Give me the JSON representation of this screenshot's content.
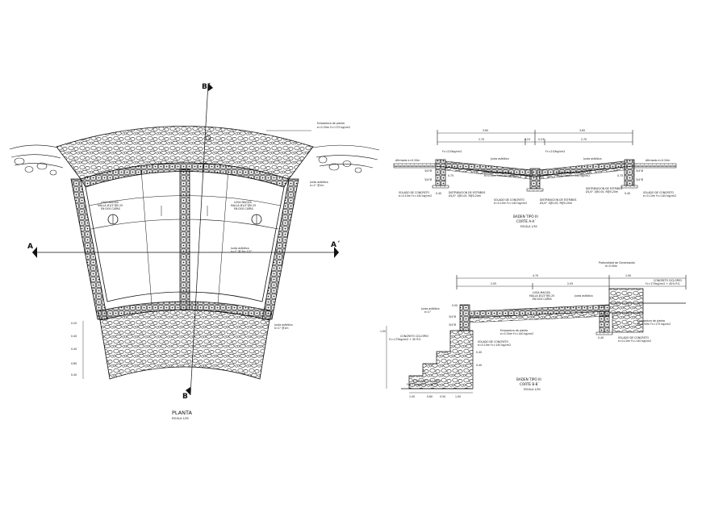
{
  "plan": {
    "title": "PLANTA",
    "scale": "ESCALA 1/50",
    "cut_marks": {
      "a_left": "A",
      "a_right": "A´",
      "b_top": "B´",
      "b_bottom": "B"
    },
    "notes": {
      "empedrado": "Enlozadura de piedra",
      "empedrado_spec": "e=0.30m f'c=175 kg/cm2",
      "junta_top": "Junta asfáltica",
      "junta_top_spec": "e=1\" @1m",
      "junta_mid": "Junta asfáltica",
      "junta_mid_spec": "e=1\" @ 5m 1/2\"",
      "junta_bottom": "Junta asfáltica",
      "junta_bottom_spec": "e=1\" @1m",
      "losa_left_1": "LOSA MACIZA",
      "losa_left_2": "MALLA Ø1/2\"@0.25",
      "losa_left_3": "EN DOS CAPAS",
      "losa_right_1": "LOSA MACIZA",
      "losa_right_2": "MALLA Ø1/2\"@0.25",
      "losa_right_3": "EN DOS CAPAS"
    },
    "dims": {
      "left_0_20": "0.20",
      "left_0_40a": "0.40",
      "left_0_40b": "0.40",
      "left_0_60": "0.60",
      "left_0_40c": "0.40"
    }
  },
  "section_a": {
    "title": "BADEN TIPO III",
    "subtitle": "CORTE A-A´",
    "scale": "ESCALA 1/50",
    "dims": {
      "total_left": "3.65",
      "total_right": "3.65",
      "d1": "2.70",
      "d2": "0.23",
      "d3": "0.23",
      "d4": "2.70"
    },
    "notes": {
      "fc_left": "f'c=210kg/cm2",
      "fc_right": "f'c=210kg/cm2",
      "junta_left": "Junta asfáltica",
      "junta_right": "Junta asfáltica",
      "emp_left": "Enlozadura de piedra",
      "emp_right": "Enlozadura de piedra",
      "emp_spec_left": "e=0.30m f'c=140 kg/cm2",
      "emp_spec_right": "e=0.30m f'c=140 kg/cm2",
      "sub_left": "Afirmado e=0.20m",
      "sub_right": "Afirmado e=0.20m",
      "solado_left": "SOLADO DE CONCRETO",
      "solado_left_spec": "e=0.10m f'c=140 kg/cm2",
      "solado_right": "SOLADO DE CONCRETO",
      "solado_right_spec": "e=0.10m f'c=140 kg/cm2",
      "estribo_left": "DISTRIBUCION DE ESTRIBOS",
      "estribo_left_spec": "Ø1/4\" 1@0.05, R@0.20m",
      "solado_mid": "SOLADO DE CONCRETO",
      "solado_mid_spec": "e=0.10m f'c=140 kg/cm2",
      "estribo_mid": "DISTRIBUCION DE ESTRIBOS",
      "estribo_mid_spec": "Ø1/4\" 1@0.05, R@0.20m",
      "estribo_right": "DISTRIBUCION DE ESTRIBOS",
      "estribo_right_spec": "Ø1/4\" 1@0.05, R@0.20m",
      "rebar_1": "3/4\"Ø",
      "rebar_2": "3/4\"Ø",
      "rebar_3": "3/4\"Ø",
      "rebar_4": "3/4\"Ø",
      "v_0_75a": "0.75",
      "v_0_75b": "0.75",
      "v_0_40a": "0.40",
      "v_0_40b": "0.40"
    }
  },
  "section_b": {
    "title": "BADEN TIPO III",
    "subtitle": "CORTE B-B´",
    "scale": "ESCALA 1/50",
    "dims": {
      "total": "4.70",
      "d1": "2.05",
      "d2": "2.05",
      "d3": "1.00",
      "b1": "1.00",
      "b2": "0.60",
      "b3": "0.50",
      "b4": "1.00",
      "h1": "1.00"
    },
    "notes": {
      "prof": "Profundidad de Cimentación",
      "prof_spec": "d=0.50m",
      "ciclop_top": "CONCRETO CICLOPEO",
      "ciclop_top_spec": "f'c=175kg/cm2 + 40% P.G.",
      "losa_1": "LOSA MACIZA",
      "losa_2": "MALLA Ø1/2\"@0.25",
      "losa_3": "EN DOS CAPAS",
      "junta": "Junta asfáltica",
      "junta_spec": "e=1\"",
      "junta_top": "Junta asfáltica",
      "emp_mid": "Enlozadura de piedra",
      "emp_mid_spec": "e=0.30m f'c=140 kg/cm2",
      "emp_right": "Enlozadura de piedra",
      "emp_right_spec": "e=0.30m f'c=175 kg/cm2",
      "solado_mid": "SOLADO DE CONCRETO",
      "solado_mid_spec": "e=0.10m f'c=140 kg/cm2",
      "solado_right": "SOLADO DE CONCRETO",
      "solado_right_spec": "e=0.10m f'c=140 kg/cm2",
      "ciclop_left": "CONCRETO CICLOPEO",
      "ciclop_left_spec": "f'c=175kg/cm2 + 40 P.G.",
      "ciclop_bottom": "CONCRETO CICLOPEO",
      "ciclop_bottom_spec": "f'c=175kg/cm2 + 40 P.G.",
      "v_0_50a": "0.50",
      "v_0_50b": "0.50",
      "v_0_40a": "0.40",
      "v_0_40b": "0.40",
      "v_0_40c": "0.40",
      "rebar_a": "3/4\"Ø",
      "rebar_b": "3/4\"Ø"
    }
  }
}
